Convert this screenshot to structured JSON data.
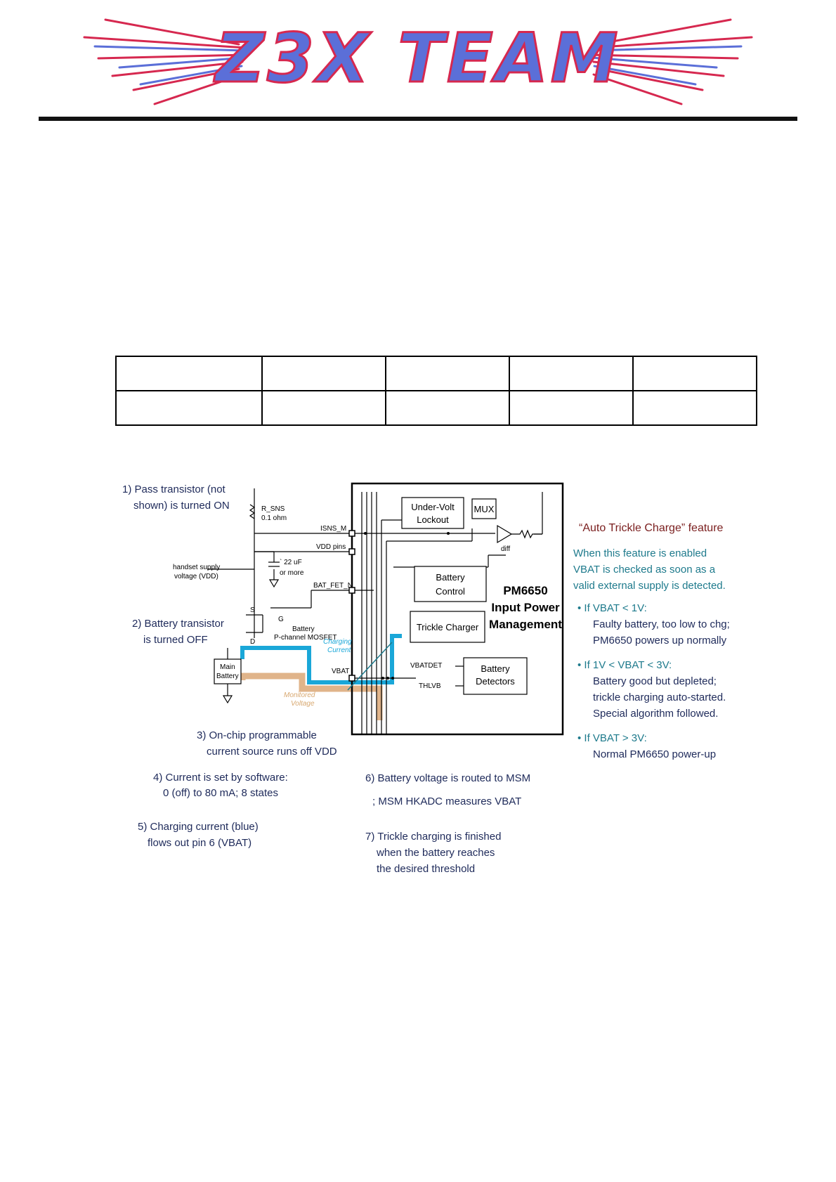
{
  "header": {
    "logo_text": "Z3X TEAM",
    "colors": {
      "logo_fill": "#5b6fd8",
      "logo_stroke": "#d6284f",
      "rule": "#111111"
    }
  },
  "table": {
    "rows": [
      [
        "",
        "",
        "",
        "",
        ""
      ],
      [
        "",
        "",
        "",
        "",
        ""
      ]
    ]
  },
  "diagram": {
    "steps": {
      "s1a": "1) Pass transistor (not",
      "s1b": "shown) is turned ON",
      "s2a": "2) Battery transistor",
      "s2b": "is turned OFF",
      "s3a": "3) On-chip programmable",
      "s3b": "current source runs off VDD",
      "s4a": "4) Current is set by software:",
      "s4b": "0 (off) to 80 mA; 8 states",
      "s5a": "5) Charging current (blue)",
      "s5b": "flows out pin 6 (VBAT)",
      "s6a": "6) Battery voltage is routed to MSM",
      "s6b": "; MSM HKADC measures VBAT",
      "s7a": "7) Trickle charging is finished",
      "s7b": "when the battery reaches",
      "s7c": "the desired threshold"
    },
    "circuit": {
      "r_sns": "R_SNS",
      "r_val": "0.1 ohm",
      "isns": "ISNS_M",
      "vdd_pins": "VDD pins",
      "cap_a": "` 22 uF",
      "cap_b": "or more",
      "vdd_a": "handset supply",
      "vdd_b": "voltage (VDD)",
      "batfet": "BAT_FET_N",
      "s": "S",
      "g": "G",
      "d": "D",
      "mos_a": "Battery",
      "mos_b": "P-channel MOSFET",
      "charging_a": "Charging",
      "charging_b": "Current",
      "vbat": "VBAT",
      "main_a": "Main",
      "main_b": "Battery",
      "mon_a": "Monitored",
      "mon_b": "Voltage",
      "uv_a": "Under-Volt",
      "uv_b": "Lockout",
      "mux": "MUX",
      "diff": "diff",
      "batctl_a": "Battery",
      "batctl_b": "Control",
      "trickle": "Trickle Charger",
      "pm_a": "PM6650",
      "pm_b": "Input Power",
      "pm_c": "Management",
      "vbatdet": "VBATDET",
      "thlvb": "THLVB",
      "det_a": "Battery",
      "det_b": "Detectors"
    },
    "feature": {
      "title": "“Auto Trickle Charge” feature",
      "intro_a": "When this feature is enabled",
      "intro_b": "VBAT is checked as soon as a",
      "intro_c": "valid external supply is detected.",
      "b1": "• If VBAT < 1V:",
      "b1a": "Faulty battery, too low to chg;",
      "b1b": "PM6650 powers up normally",
      "b2": "• If 1V < VBAT < 3V:",
      "b2a": "Battery good but depleted;",
      "b2b": "trickle charging auto-started.",
      "b2c": "Special algorithm followed.",
      "b3": "• If VBAT > 3V:",
      "b3a": "Normal PM6650 power-up"
    },
    "colors": {
      "text": "#1e2a5a",
      "teal": "#1e7a8c",
      "title_red": "#7a1e1e",
      "charging": "#1aa7d8",
      "monitored": "#e0b48a"
    }
  }
}
